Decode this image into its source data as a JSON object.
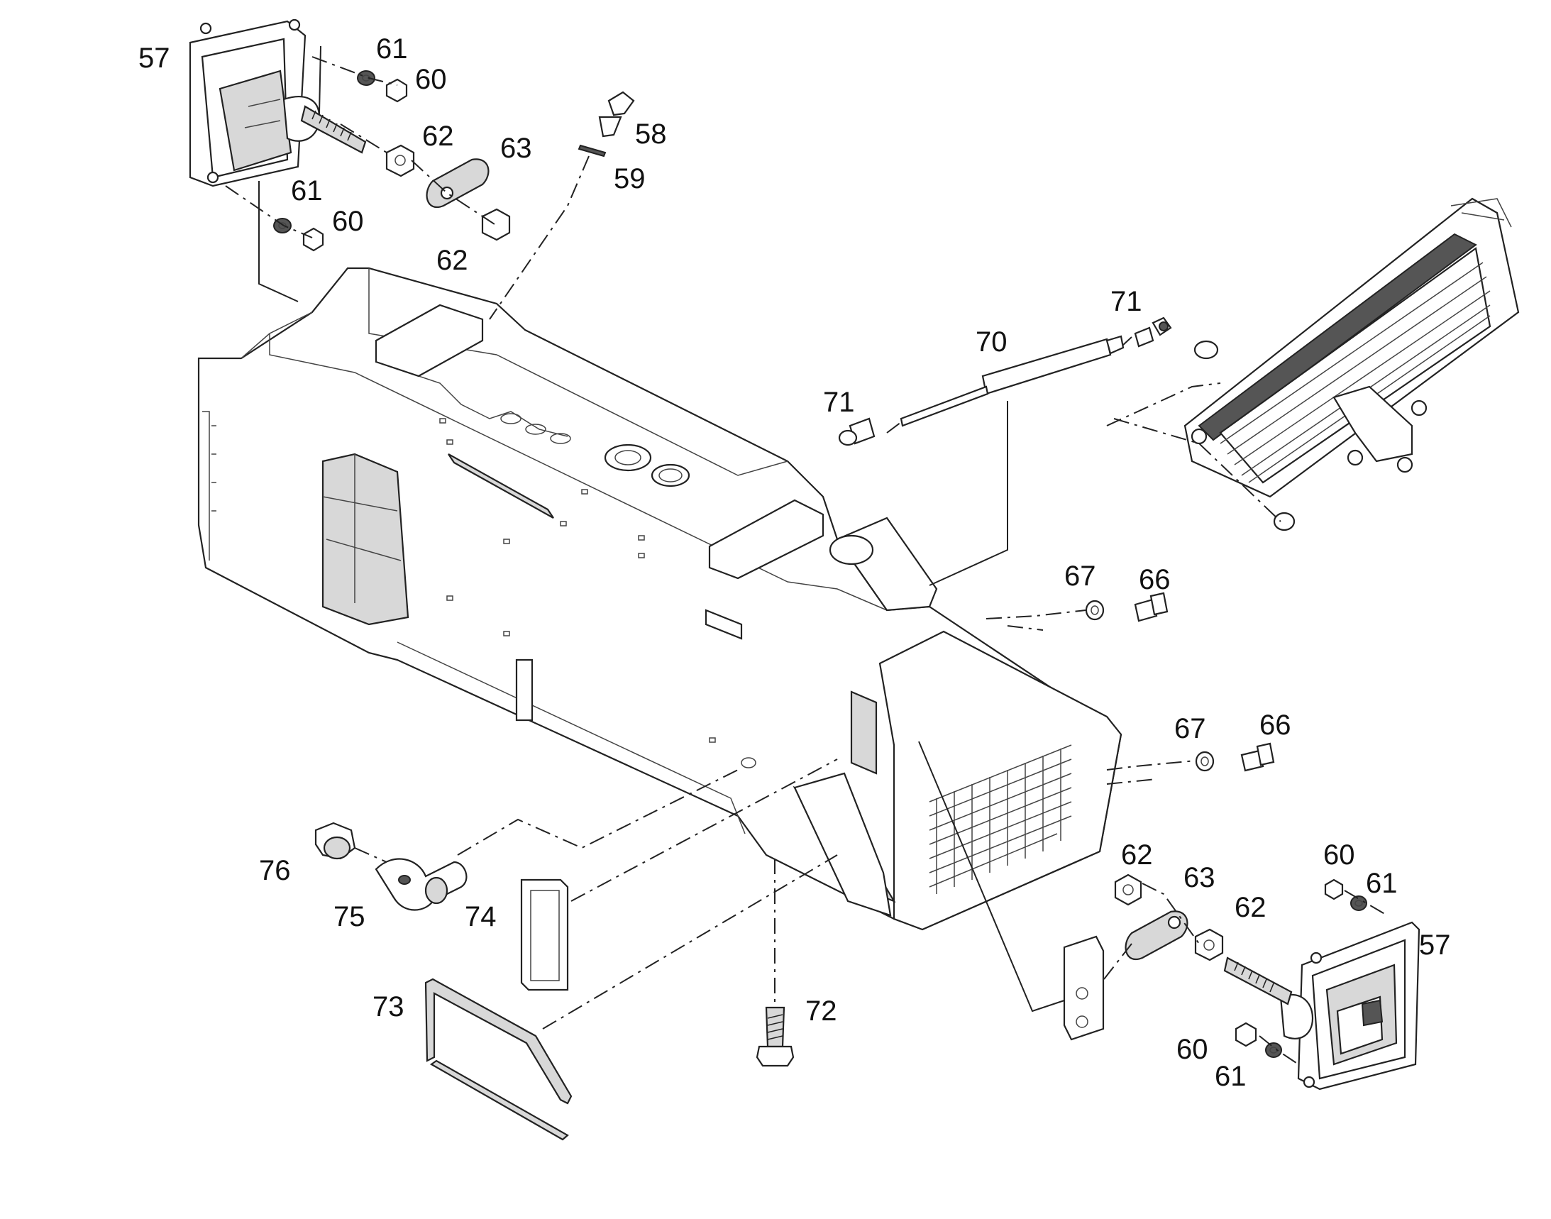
{
  "labels": {
    "l57a": "57",
    "l61a": "61",
    "l60a": "60",
    "l62a": "62",
    "l63a": "63",
    "l61b": "61",
    "l60b": "60",
    "l62b": "62",
    "l58": "58",
    "l59": "59",
    "l71a": "71",
    "l70": "70",
    "l71b": "71",
    "l67a": "67",
    "l66a": "66",
    "l67b": "67",
    "l66b": "66",
    "l62c": "62",
    "l63b": "63",
    "l62d": "62",
    "l60c": "60",
    "l61c": "61",
    "l57b": "57",
    "l60d": "60",
    "l61d": "61",
    "l76": "76",
    "l75": "75",
    "l74": "74",
    "l73": "73",
    "l72": "72"
  },
  "colors": {
    "line": "#222222",
    "fill_grey": "#d8d8d8",
    "background": "#ffffff"
  }
}
